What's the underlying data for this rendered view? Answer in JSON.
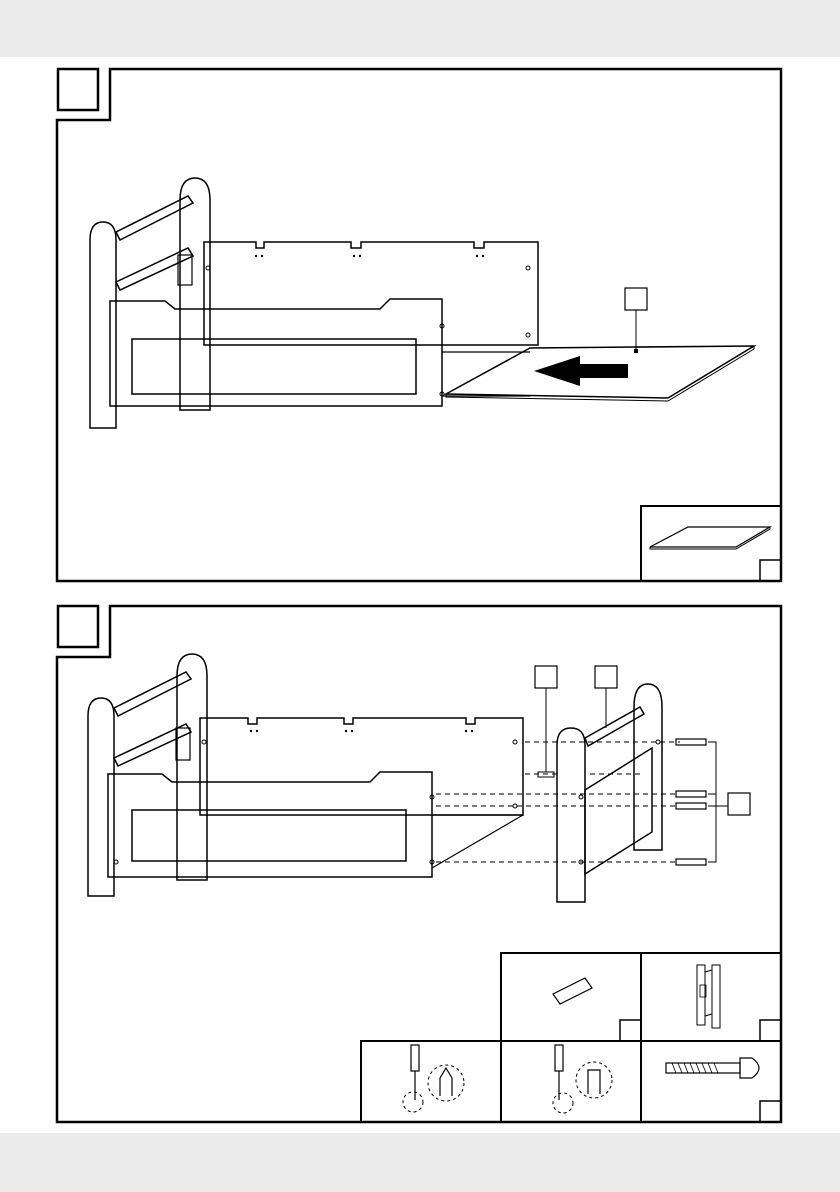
{
  "document": {
    "type": "assembly-instructions",
    "steps": [
      {
        "step_number": "",
        "parts_shown": [
          "board",
          "bed-frame"
        ]
      },
      {
        "step_number": "",
        "parts_shown": [
          "dowel",
          "headboard-end",
          "screwdriver-phillips",
          "screwdriver-flat",
          "bolt"
        ]
      }
    ]
  }
}
